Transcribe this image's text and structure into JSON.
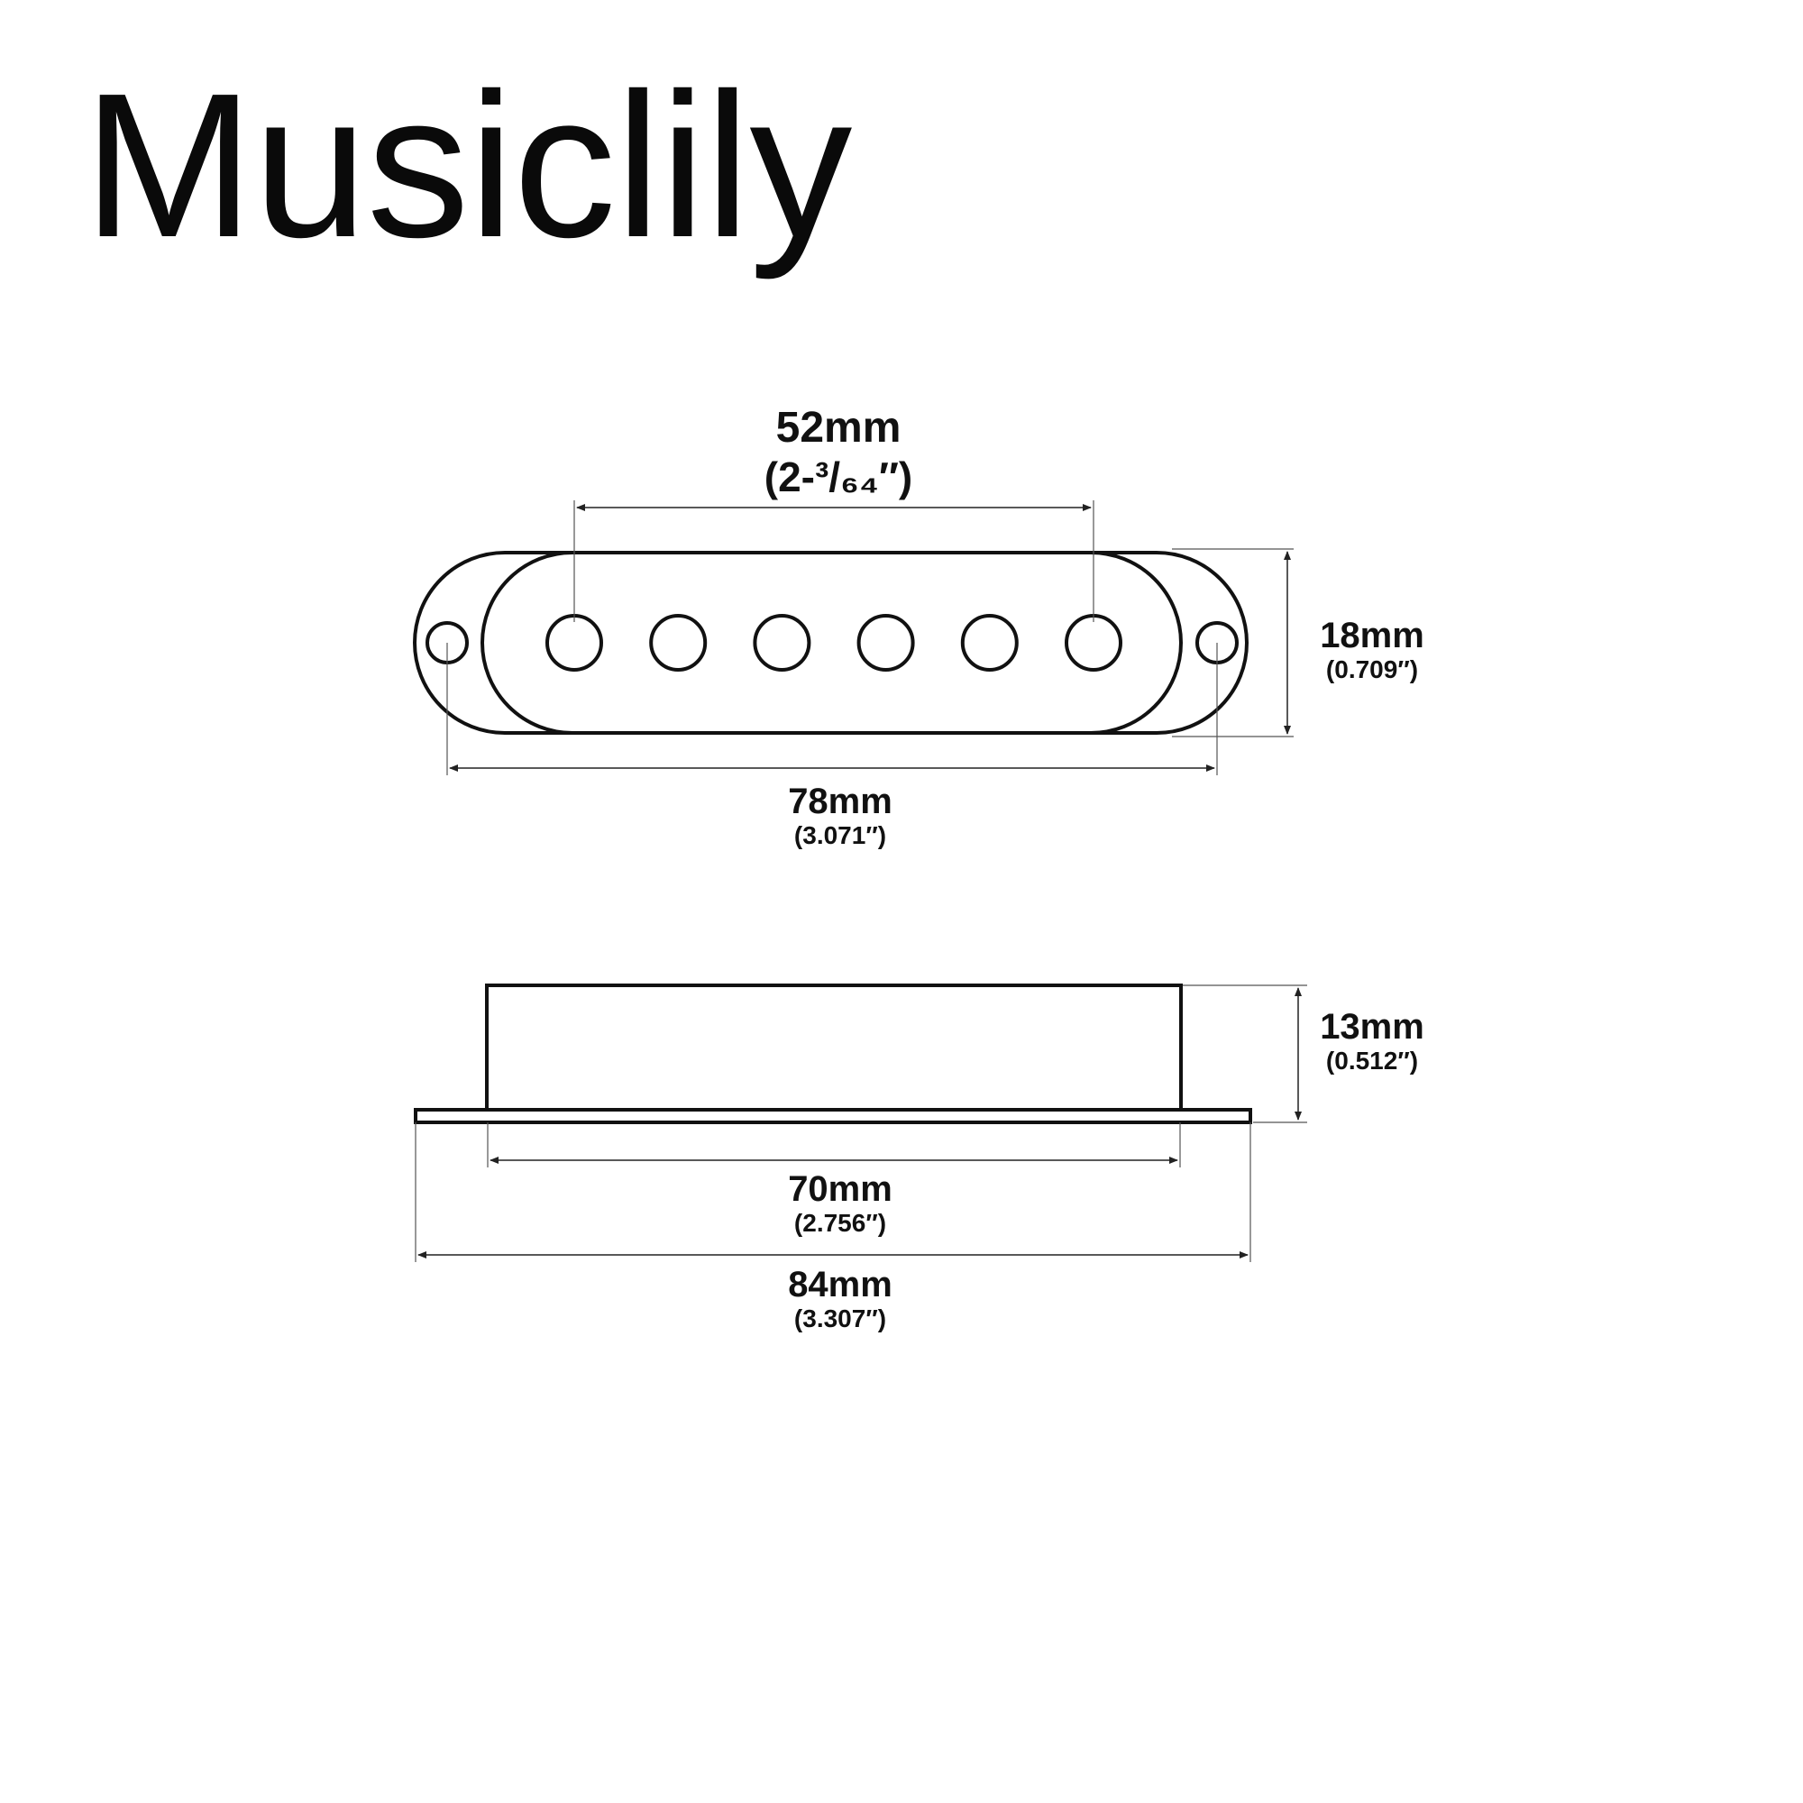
{
  "brand": {
    "name": "Musiclily"
  },
  "top_view": {
    "pole_spacing": {
      "mm": "52mm",
      "inch": "(2-³/₆₄″)"
    },
    "width": {
      "mm": "18mm",
      "inch": "(0.709″)"
    },
    "mount_hole_spacing": {
      "mm": "78mm",
      "inch": "(3.071″)"
    },
    "pole_piece_count": 6
  },
  "side_view": {
    "height": {
      "mm": "13mm",
      "inch": "(0.512″)"
    },
    "cover_length": {
      "mm": "70mm",
      "inch": "(2.756″)"
    },
    "flange_length": {
      "mm": "84mm",
      "inch": "(3.307″)"
    }
  },
  "colors": {
    "line": "#111111",
    "background": "#ffffff"
  }
}
